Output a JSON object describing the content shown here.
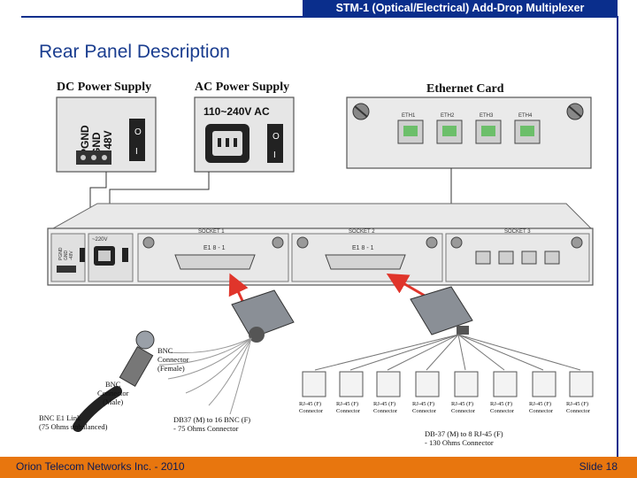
{
  "header": {
    "title": "STM-1 (Optical/Electrical) Add-Drop Multiplexer"
  },
  "page": {
    "title": "Rear Panel Description"
  },
  "diagram": {
    "dc_power_label": "DC Power Supply",
    "ac_power_label": "AC Power Supply",
    "ethernet_card_label": "Ethernet Card",
    "dc_terminals": [
      "PGND",
      "GND",
      "- 48V"
    ],
    "ac_voltage": "110~240V AC",
    "switch_on": "O",
    "switch_off": "I",
    "eth_ports": [
      "ETH1",
      "ETH2",
      "ETH3",
      "ETH4"
    ],
    "sockets": [
      "SOCKET 1",
      "SOCKET 2",
      "SOCKET 3"
    ],
    "e1_label_1": "E1 8 - 1",
    "e1_label_2": "E1 8 - 1",
    "small_dc_terminals": [
      "PGND",
      "GND",
      "-48V"
    ],
    "small_ac_voltage": "~220V",
    "bnc_female_label": "BNC\nConnector\n(Female)",
    "bnc_male_label": "BNC\nConnector\n(Male)",
    "bnc_link_label": "BNC E1 Link\n(75 Ohms unbalanced)",
    "db37_bnc_label": "DB37 (M) to 16 BNC (F)\n- 75 Ohms Connector",
    "db37_rj45_label": "DB-37 (M) to 8 RJ-45 (F)\n- 130 Ohms Connector",
    "rj45_connectors": [
      "RJ-45 (F)",
      "RJ-45 (F)",
      "RJ-45 (F)",
      "RJ-45 (F)",
      "RJ-45 (F)",
      "RJ-45 (F)",
      "RJ-45 (F)",
      "RJ-45 (F)"
    ],
    "rj45_connector_word": "Connector"
  },
  "footer": {
    "left": "Orion Telecom Networks Inc. - 2010",
    "right": "Slide 18"
  },
  "colors": {
    "header_bg": "#0a2e8c",
    "footer_bg": "#e8760e",
    "title": "#1a3d8f",
    "arrow": "#e0352b"
  }
}
